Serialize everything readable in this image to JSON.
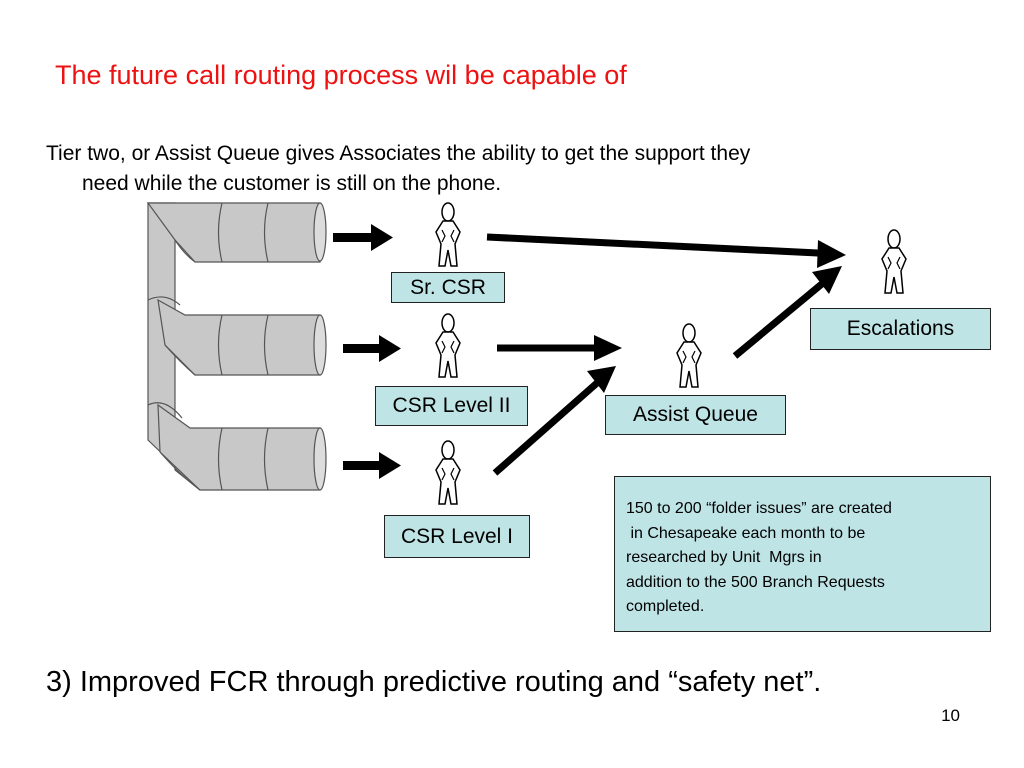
{
  "slide": {
    "title": "The future call routing process wil be capable of",
    "intro_line1": "Tier two, or Assist Queue gives Associates the ability to get the support they",
    "intro_line2": "need while the customer is still on the phone.",
    "bottom_text": "3) Improved FCR through predictive routing and “safety net”.",
    "page_number": "10"
  },
  "diagram": {
    "nodes": {
      "sr_csr": "Sr. CSR",
      "csr_level_2": "CSR Level II",
      "csr_level_1": "CSR Level I",
      "assist_queue": "Assist Queue",
      "escalations": "Escalations"
    },
    "note_lines": [
      "150 to 200 “folder issues” are created",
      " in Chesapeake each month to be",
      "researched by Unit  Mgrs in",
      "addition to the 500 Branch Requests",
      "completed."
    ],
    "colors": {
      "box_fill": "#bfe4e6",
      "title": "#ee1111",
      "pipe_fill": "#c8c8c8"
    }
  }
}
